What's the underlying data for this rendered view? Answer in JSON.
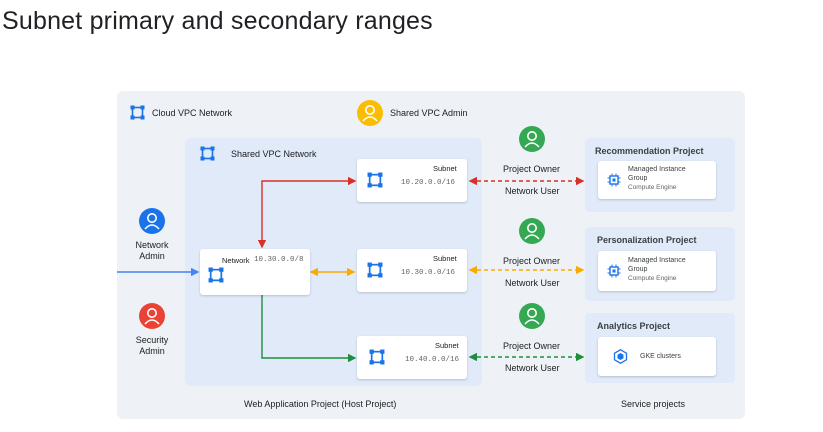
{
  "slide": {
    "title": "Subnet primary and secondary ranges"
  },
  "outer": {
    "label": "Cloud VPC Network",
    "footer": "Web Application Project (Host Project)"
  },
  "admin": {
    "label": "Shared VPC Admin"
  },
  "inner": {
    "label": "Shared VPC Network"
  },
  "network": {
    "label": "Network",
    "cidr": "10.30.0.0/8"
  },
  "subnets": [
    {
      "label": "Subnet",
      "cidr": "10.20.0.0/16"
    },
    {
      "label": "Subnet",
      "cidr": "10.30.0.0/16"
    },
    {
      "label": "Subnet",
      "cidr": "10.40.0.0/16"
    }
  ],
  "roles": [
    {
      "owner": "Project Owner",
      "user": "Network User"
    },
    {
      "owner": "Project Owner",
      "user": "Network User"
    },
    {
      "owner": "Project Owner",
      "user": "Network User"
    }
  ],
  "left_people": [
    {
      "line1": "Network",
      "line2": "Admin"
    },
    {
      "line1": "Security",
      "line2": "Admin"
    }
  ],
  "service_projects": [
    {
      "title": "Recommendation Project",
      "line1": "Managed Instance",
      "line2": "Group",
      "sub": "Compute Engine"
    },
    {
      "title": "Personalization Project",
      "line1": "Managed Instance",
      "line2": "Group",
      "sub": "Compute Engine"
    },
    {
      "title": "Analytics Project",
      "line1": "GKE clusters"
    }
  ],
  "service_footer": "Service projects",
  "colors": {
    "red": "#d93025",
    "yellow": "#f9ab00",
    "green": "#1e8e3e",
    "blue": "#4285f4",
    "admin_yellow": "#fbbc04",
    "person_green": "#34a853",
    "person_blue": "#1a73e8",
    "person_red": "#ea4335"
  }
}
